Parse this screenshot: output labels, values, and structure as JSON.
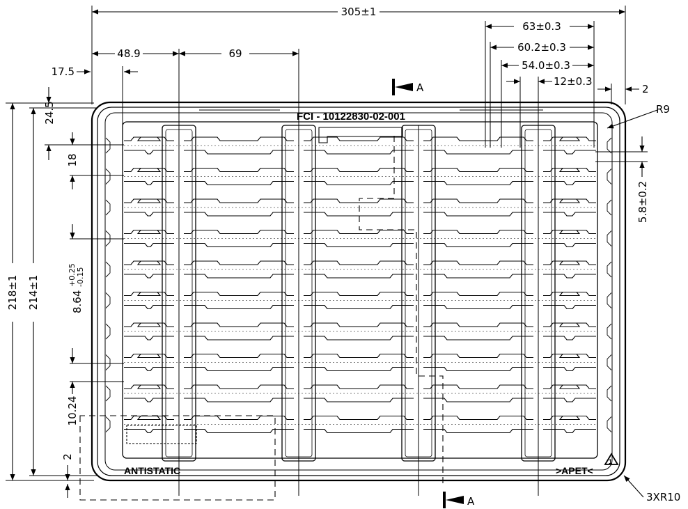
{
  "part_number": "FCI - 10122830-02-001",
  "labels": {
    "antistatic": "ANTISTATIC",
    "material": ">APET<",
    "recycle_code": "1"
  },
  "section_marker": "A",
  "dimensions": {
    "overall_width": "305±1",
    "left_offset": "48.9",
    "pocket_pitch_x": "69",
    "edge_offset": "17.5",
    "right_63": "63±0.3",
    "right_60_2": "60.2±0.3",
    "right_54": "54.0±0.3",
    "right_12": "12±0.3",
    "flange": "2",
    "corner_radius": "R9",
    "outer_height": "218±1",
    "inner_height": "214±1",
    "top_24_5": "24.5",
    "row_18": "18",
    "pitch_y": "8.64",
    "pitch_tol_plus": "+0.25",
    "pitch_tol_minus": "-0.15",
    "last_10_24": "10.24",
    "bottom_2": "2",
    "depth_5_8": "5.8±0.2",
    "corner_radii": "3XR10"
  }
}
